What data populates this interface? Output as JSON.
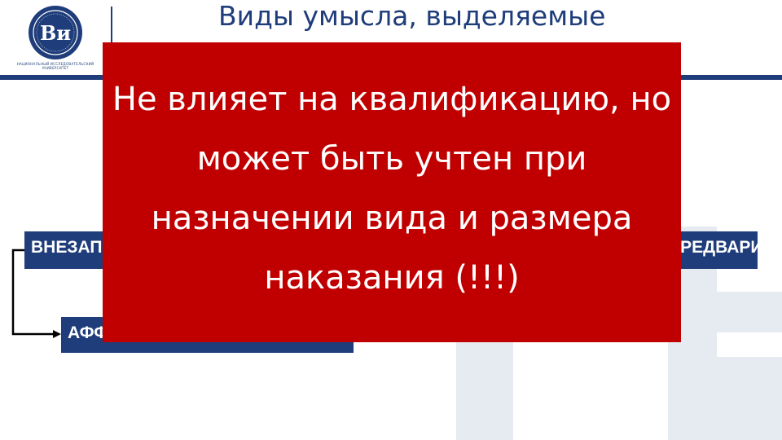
{
  "header": {
    "title": "Виды умысла, выделяемые"
  },
  "logo": {
    "name": "hse-logo-icon",
    "caption": "НАЦИОНАЛЬНЫЙ ИССЛЕДОВАТЕЛЬСКИЙ УНИВЕРСИТЕТ"
  },
  "diagram": {
    "left_box": "ВНЕЗАПНЫЙ",
    "right_box": "ПРЕДВАРИТЕЛЬНО ОБДУМАННЫЙ",
    "bottom_box": "АФФЕКТИРОВАННЫЙ"
  },
  "overlay": {
    "text": "Не влияет на квалификацию, но может быть учтен при назначении вида и размера наказания (!!!)"
  },
  "colors": {
    "brand_blue": "#1f3d7a",
    "overlay_red": "#c00000",
    "watermark": "#e8ecf2"
  }
}
